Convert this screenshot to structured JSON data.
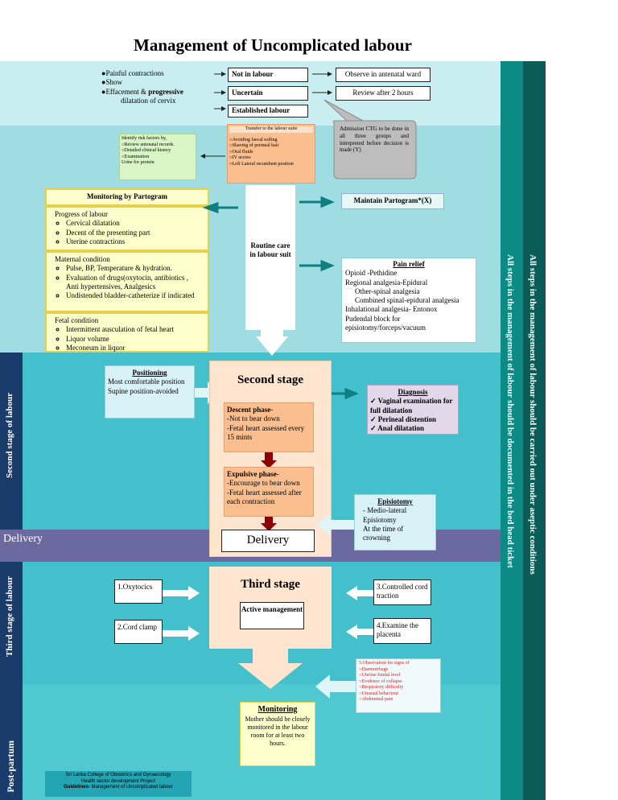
{
  "title": "Management of Uncomplicated labour",
  "side_labels": {
    "second_stage": "Second stage of labour",
    "delivery": "Delivery",
    "third_stage": "Third stage of labour",
    "post_partum": "Post-partum"
  },
  "right_columns": {
    "inner": "All steps in the management of labour should be documented in the bed head ticket",
    "outer": "All steps in the management of labour should be carried out under aseptic conditions"
  },
  "symptoms": [
    "Painful contractions",
    "Show",
    "Effacement &",
    "progressive",
    "dilatation of cervix"
  ],
  "triage": {
    "not_in_labour": "Not in labour",
    "uncertain": "Uncertain",
    "established": "Established labour",
    "observe": "Observe in antenatal ward",
    "review": "Review after 2 hours"
  },
  "admission_bubble": "Admission CTG to be done in all three groups and interpreted before decision is made (Y)",
  "risk_box": {
    "title": "Identify risk factors by,",
    "items": [
      "Review antenatal records.",
      "Detailed clinical history",
      "Examination"
    ],
    "footer": "Urine for protein"
  },
  "transfer_box": {
    "title": "Transfer to the labour suite",
    "items": [
      "Avoiding faecal soiling",
      "Shaving of perineal hair",
      "Oral fluids",
      "IV access",
      "Left Lateral recumbent position"
    ]
  },
  "partogram": {
    "title": "Monitoring by Partogram",
    "progress_title": "Progress of labour",
    "progress_items": [
      "Cervical dilatation",
      "Decent of the presenting part",
      "Uterine contractions"
    ],
    "maternal_title": "Maternal condition",
    "maternal_items": [
      "Pulse, BP, Temperature & hydration.",
      "Evaluation of drugs(oxytocin, antibiotics , Anti hypertensives, Analgesics",
      "Undistended bladder-catheterize if indicated"
    ],
    "fetal_title": "Fetal condition",
    "fetal_items": [
      "Intermittent ausculation of fetal heart",
      "Liquor volume",
      "Meconeum in liquor"
    ]
  },
  "routine_care": "Routine care in labour suit",
  "maintain_partogram": "Maintain Partogram*(X)",
  "pain_relief": {
    "title": "Pain relief",
    "lines": [
      "Opioid -Pethidine",
      "Regional analgesia-Epidural",
      "Other-spinal analgesia",
      "Combined spinal-epidural analgesia",
      "Inhalational analgesia- Entonox",
      "Pudendal block for episiotomy/forceps/vacuum"
    ]
  },
  "positioning": {
    "title": "Positioning",
    "lines": [
      "Most comfortable position",
      "Supine position-avoided"
    ]
  },
  "second_stage": {
    "title": "Second stage",
    "descent_title": "Descent phase-",
    "descent_lines": [
      "-Not to bear down",
      "-Fetal heart assessed every 15 mints"
    ],
    "expulsive_title": "Expulsive phase-",
    "expulsive_lines": [
      "-Encourage to bear down",
      "-Fetal heart assessed after each contraction"
    ],
    "delivery": "Delivery"
  },
  "diagnosis": {
    "title": "Diagnosis",
    "items": [
      "Vaginal examination for full dilatation",
      "Perineal distention",
      "Anal dilatation"
    ]
  },
  "episiotomy": {
    "title": "Episiotomy",
    "lines": [
      "- Medio-lateral Episiotomy",
      "At the time of crowning"
    ]
  },
  "third_stage": {
    "title": "Third stage",
    "active": "Active management",
    "oxytocics": "1.Oxytocics",
    "cord_clamp": "2.Cord clamp",
    "cord_traction": "3.Controlled cord traction",
    "examine": "4.Examine the placenta"
  },
  "observation": {
    "title": "5.Observation for signs of",
    "items": [
      "Haemorrhage",
      "Uterine fundal level",
      "Evidence of collapse",
      "Respiratory difficulty",
      "Unusual behaviour",
      "Abdominal pain"
    ]
  },
  "monitoring": {
    "title": "Monitoring",
    "text": "Mother should be closely monitored in the labour room for at least two hours."
  },
  "footer": {
    "line1": "Sri Lanka College of Obstetrics and Gynaecology",
    "line2": "Health sector development Project",
    "line3a": "Guidelines-",
    "line3b": "Management of Uncomplicated labour"
  },
  "colors": {
    "band_top": "#c8eef1",
    "band_mid": "#9fdde3",
    "band_second": "#44c0cc",
    "band_delivery": "#6b6aa0",
    "band_post": "#4fc8d0",
    "col_teal": "#0c8a84",
    "col_dark": "#0b5c57",
    "side_navy": "#1a3c6b",
    "arrow_teal": "#0e7f80",
    "arrow_dark": "#8b0000"
  }
}
